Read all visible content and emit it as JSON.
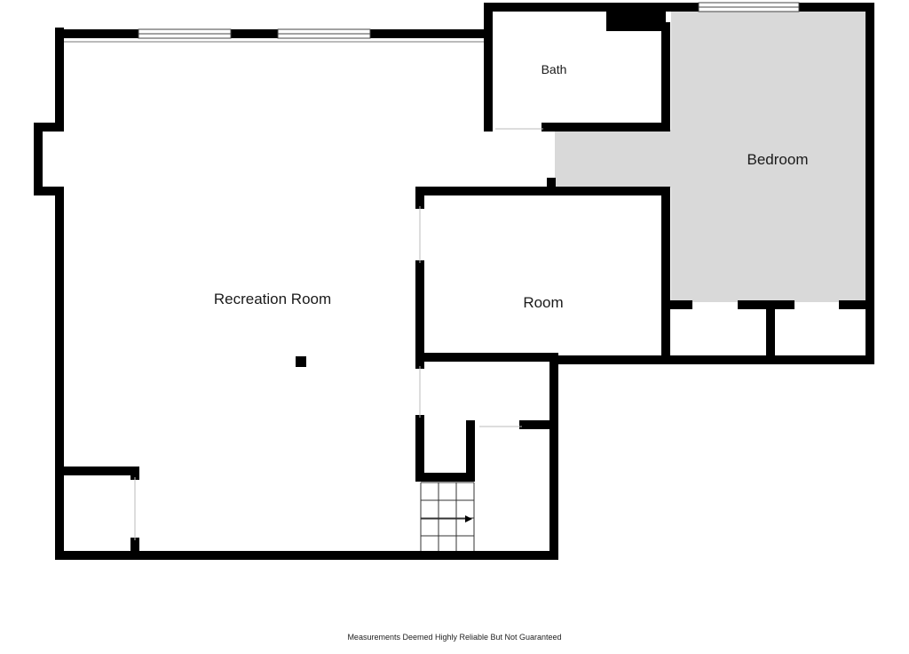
{
  "rooms": {
    "recreation": "Recreation Room",
    "bath": "Bath",
    "bedroom": "Bedroom",
    "room": "Room"
  },
  "colors": {
    "wall": "#000000",
    "bedroom_fill": "#d9d9d9",
    "background": "#ffffff"
  },
  "footer": {
    "disclaimer": "Measurements Deemed Highly Reliable But Not Guaranteed"
  }
}
